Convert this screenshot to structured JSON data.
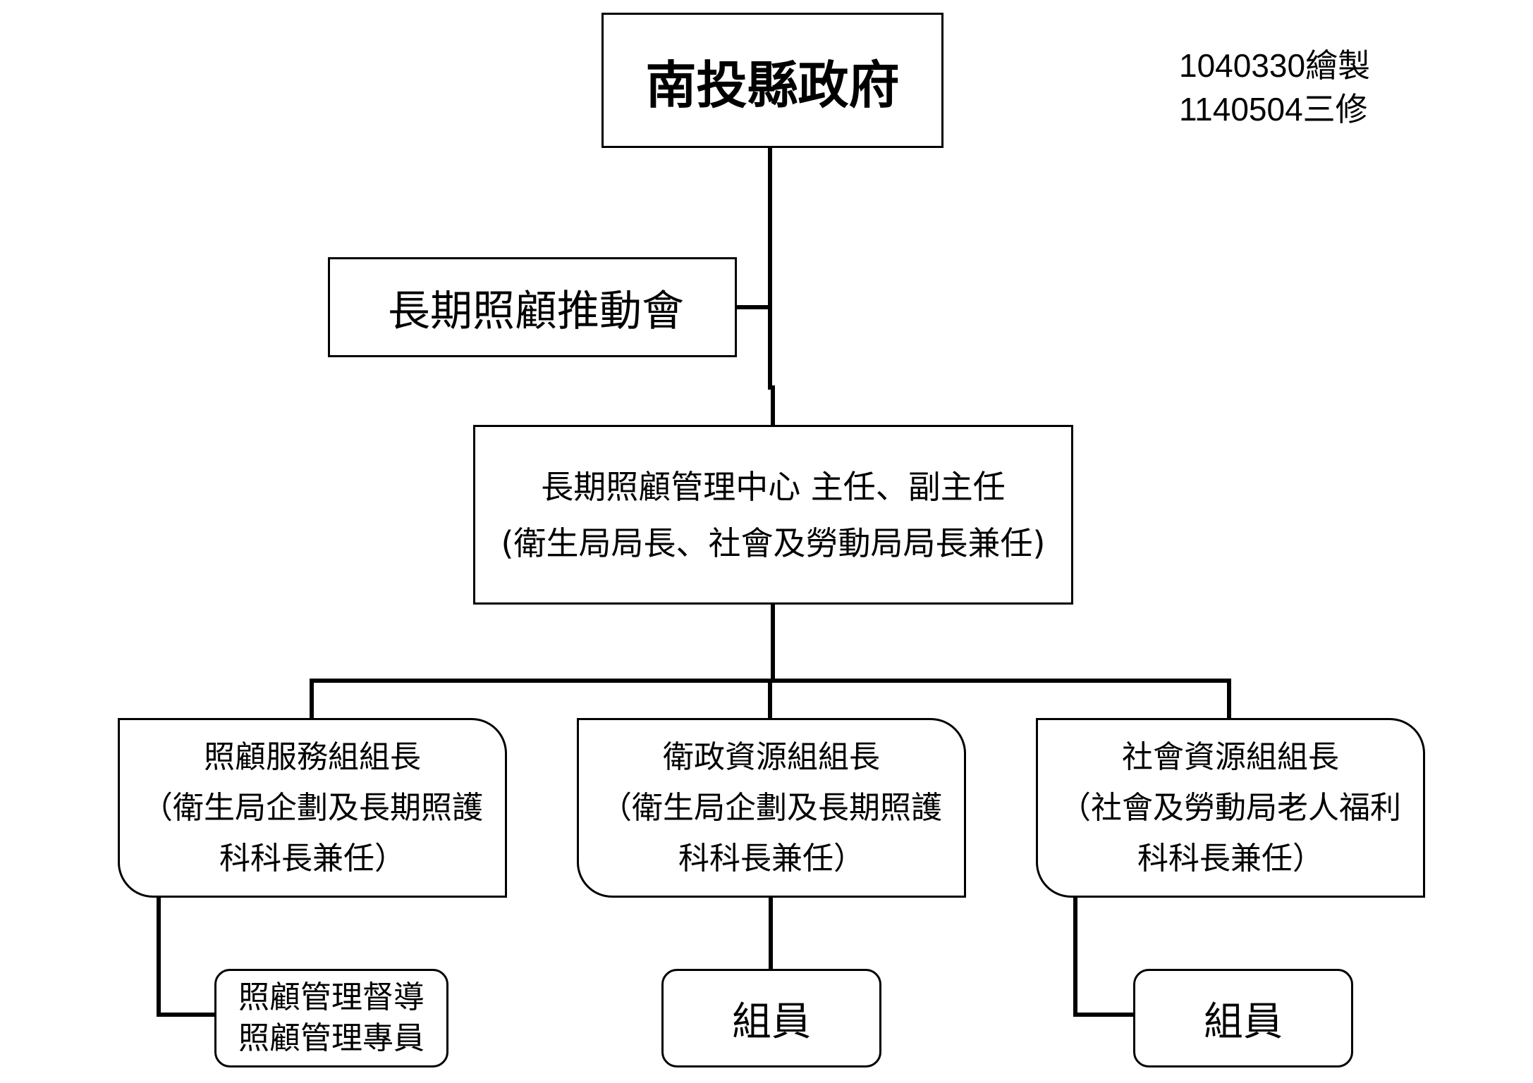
{
  "stamp": {
    "drawn": "1040330繪製",
    "revised": "1140504三修"
  },
  "root": {
    "label": "南投縣政府"
  },
  "council": {
    "label": "長期照顧推動會"
  },
  "center": {
    "line1": "長期照顧管理中心 主任、副主任",
    "line2": "(衛生局局長、社會及勞動局局長兼任)"
  },
  "groups": [
    {
      "title": "照顧服務組組長",
      "note_line1": "（衛生局企劃及長期照護",
      "note_line2": "科科長兼任）",
      "members": [
        "照顧管理督導",
        "照顧管理專員"
      ]
    },
    {
      "title": "衛政資源組組長",
      "note_line1": "（衛生局企劃及長期照護",
      "note_line2": "科科長兼任）",
      "members": [
        "組員"
      ]
    },
    {
      "title": "社會資源組組長",
      "note_line1": "（社會及勞動局老人福利",
      "note_line2": "科科長兼任）",
      "members": [
        "組員"
      ]
    }
  ]
}
